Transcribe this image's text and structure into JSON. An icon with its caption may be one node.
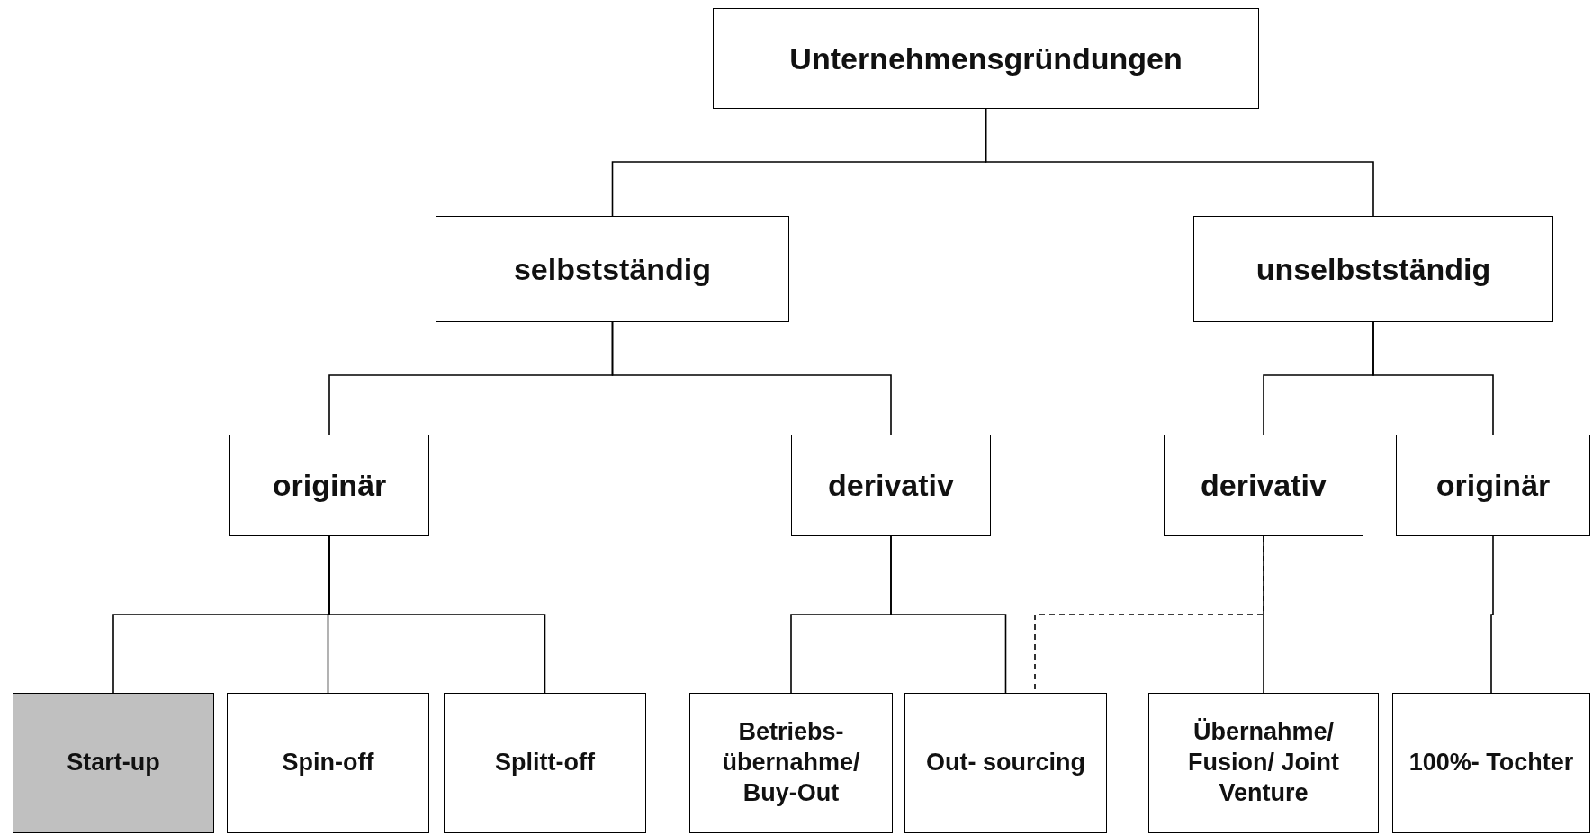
{
  "diagram": {
    "nodes": [
      {
        "text": [
          "Unternehmensgründungen"
        ]
      },
      {
        "text": [
          "selbstständig"
        ]
      },
      {
        "text": [
          "unselbstständig"
        ]
      },
      {
        "text": [
          "originär"
        ]
      },
      {
        "text": [
          "derivativ"
        ]
      },
      {
        "text": [
          "derivativ"
        ]
      },
      {
        "text": [
          "originär"
        ]
      },
      {
        "text": [
          "Start-up"
        ]
      },
      {
        "text": [
          "Spin-off"
        ]
      },
      {
        "text": [
          "Splitt-off"
        ]
      },
      {
        "text": [
          "Betriebs- übernahme/ Buy-Out"
        ]
      },
      {
        "text": [
          "Out- sourcing"
        ]
      },
      {
        "text": [
          "Übernahme/ Fusion/ Joint Venture"
        ]
      },
      {
        "text": [
          "100%- Tochter"
        ]
      }
    ],
    "edges": [
      {
        "from": 0,
        "to": 1,
        "arrow": "none"
      },
      {
        "from": 0,
        "to": 2,
        "arrow": "none"
      },
      {
        "from": 1,
        "to": 3,
        "arrow": "none"
      },
      {
        "from": 1,
        "to": 4,
        "arrow": "none"
      },
      {
        "from": 2,
        "to": 5,
        "arrow": "none"
      },
      {
        "from": 2,
        "to": 6,
        "arrow": "none"
      },
      {
        "from": 3,
        "to": 7,
        "arrow": "none"
      },
      {
        "from": 3,
        "to": 8,
        "arrow": "none"
      },
      {
        "from": 3,
        "to": 9,
        "arrow": "none"
      },
      {
        "from": 4,
        "to": 10,
        "arrow": "none"
      },
      {
        "from": 4,
        "to": 11,
        "arrow": "none"
      },
      {
        "from": 5,
        "to": 11,
        "arrow": "none",
        "style": "dashed"
      },
      {
        "from": 5,
        "to": 12,
        "arrow": "none"
      },
      {
        "from": 6,
        "to": 13,
        "arrow": "none"
      }
    ]
  }
}
